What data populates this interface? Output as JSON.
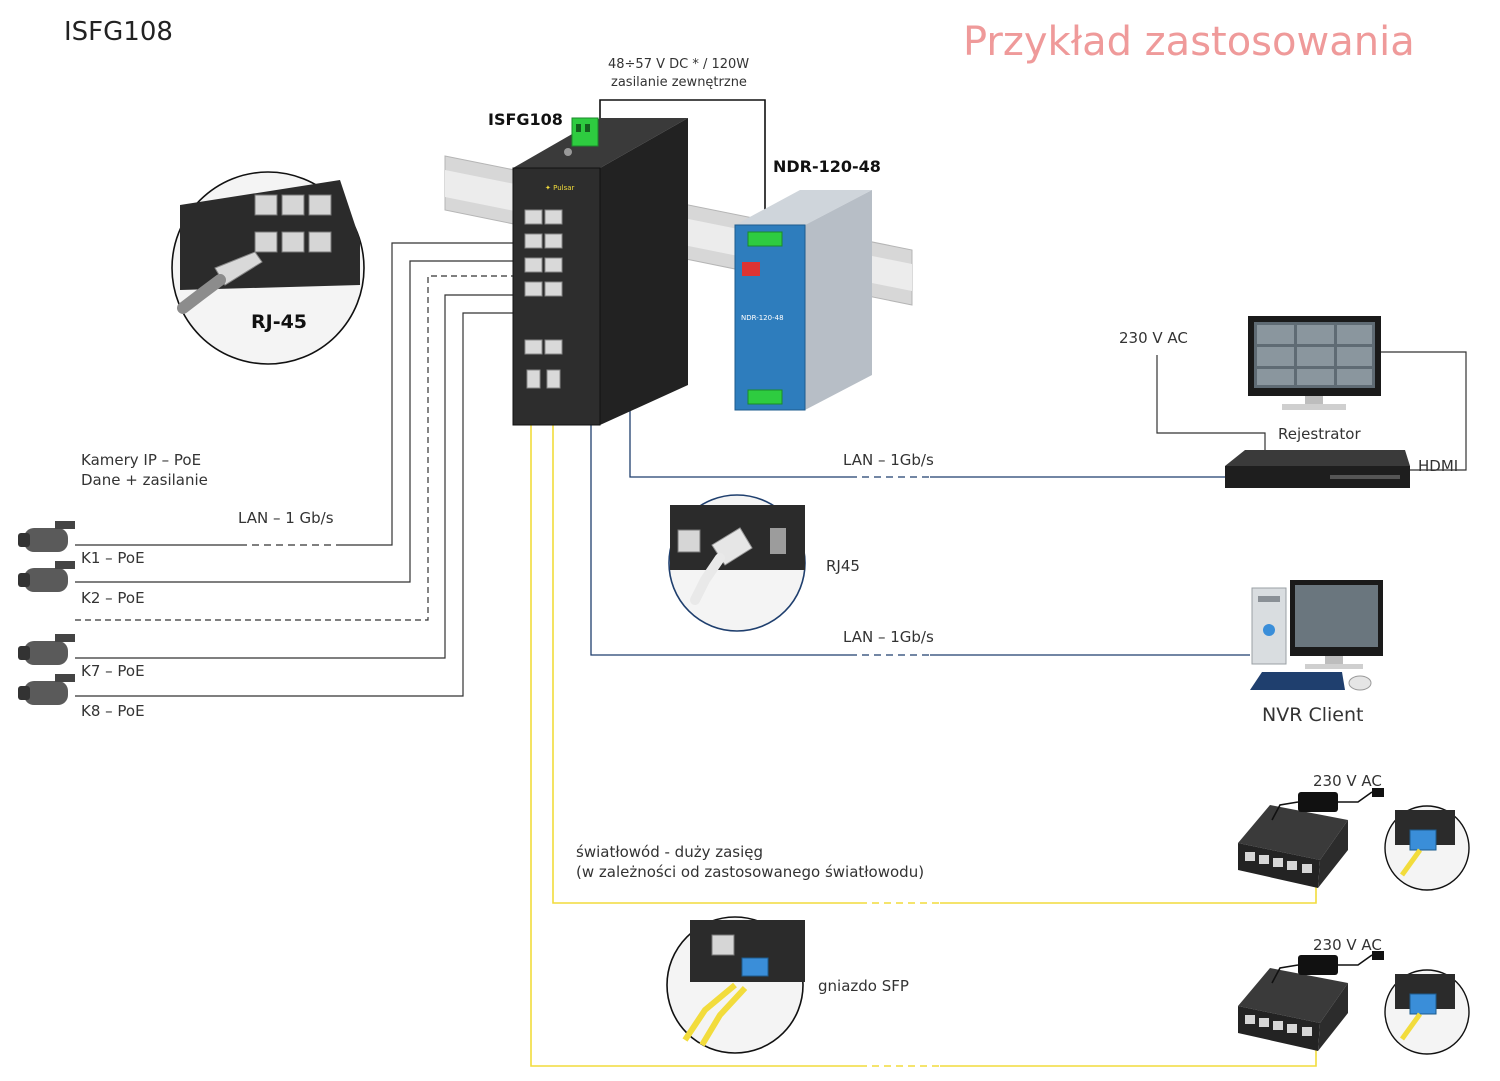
{
  "header": {
    "model": "ISFG108",
    "title": "Przykład zastosowania"
  },
  "power": {
    "spec": "48÷57 V DC * / 120W",
    "note": "zasilanie zewnętrzne"
  },
  "devices": {
    "switch_label": "ISFG108",
    "psu_label": "NDR-120-48",
    "rj45_zoom_label": "RJ-45",
    "recorder_label": "Rejestrator",
    "nvr_client_label": "NVR Client"
  },
  "cameras": {
    "heading_line1": "Kamery IP – PoE",
    "heading_line2": "Dane + zasilanie",
    "link_label": "LAN – 1 Gb/s",
    "items": [
      "K1 – PoE",
      "K2 – PoE",
      "K7 – PoE",
      "K8 – PoE"
    ]
  },
  "links": {
    "lan_recorder": "LAN – 1Gb/s",
    "lan_client": "LAN – 1Gb/s",
    "hdmi": "HDMI",
    "ac_recorder": "230 V AC",
    "ac_remote1": "230 V AC",
    "ac_remote2": "230 V AC",
    "fiber_line1": "światłowód - duży zasięg",
    "fiber_line2": "(w zależności od zastosowanego światłowodu)"
  },
  "callouts": {
    "rj45": "RJ45",
    "sfp": "gniazdo SFP"
  },
  "colors": {
    "title": "#ef9a9a",
    "lan_line": "#1f3f6e",
    "fiber_line": "#f2dc3c",
    "copper_line": "#333333",
    "power_terminal": "#2ecc40",
    "psu_label_blue": "#2e7dbd"
  }
}
